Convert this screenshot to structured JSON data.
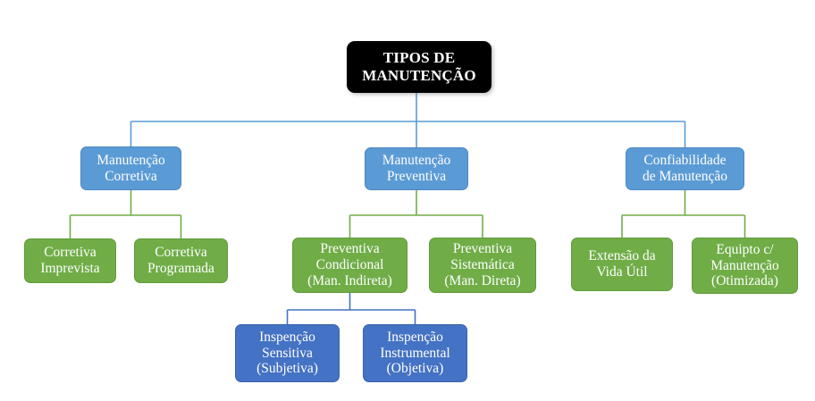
{
  "diagram_title": "TIPOS DE MANUTENÇÃO",
  "colors": {
    "page_bg": "#FFFFFF",
    "root_bg": "#000000",
    "node_text": "#FFFFFF",
    "blue": "#5B9BD5",
    "blue_border": "#4A87BE",
    "green": "#70AD47",
    "green_border": "#619A3C",
    "navy": "#4472C4",
    "navy_border": "#3A63AB"
  },
  "nodes": {
    "root": {
      "label": "TIPOS DE\nMANUTENÇÃO",
      "level": "root"
    },
    "corretiva": {
      "label": "Manutenção\nCorretiva",
      "level": "2"
    },
    "preventiva": {
      "label": "Manutenção\nPreventiva",
      "level": "2"
    },
    "confiabilidade": {
      "label": "Confiabilidade\nde Manutenção",
      "level": "2"
    },
    "corr_imprevista": {
      "label": "Corretiva\nImprevista",
      "level": "3"
    },
    "corr_programada": {
      "label": "Corretiva\nProgramada",
      "level": "3"
    },
    "prev_condicional": {
      "label": "Preventiva\nCondicional\n(Man. Indireta)",
      "level": "3"
    },
    "prev_sistematica": {
      "label": "Preventiva\nSistemática\n(Man. Direta)",
      "level": "3"
    },
    "extensao": {
      "label": "Extensão da\nVida Útil",
      "level": "3"
    },
    "equipto": {
      "label": "Equipto c/\nManutenção\n(Otimizada)",
      "level": "3"
    },
    "insp_sensitiva": {
      "label": "Inspenção\nSensitiva\n(Subjetiva)",
      "level": "4"
    },
    "insp_instrumental": {
      "label": "Inspenção\nInstrumental\n(Objetiva)",
      "level": "4"
    }
  },
  "edges": [
    {
      "from": "root",
      "to": "corretiva"
    },
    {
      "from": "root",
      "to": "preventiva"
    },
    {
      "from": "root",
      "to": "confiabilidade"
    },
    {
      "from": "corretiva",
      "to": "corr_imprevista"
    },
    {
      "from": "corretiva",
      "to": "corr_programada"
    },
    {
      "from": "preventiva",
      "to": "prev_condicional"
    },
    {
      "from": "preventiva",
      "to": "prev_sistematica"
    },
    {
      "from": "confiabilidade",
      "to": "extensao"
    },
    {
      "from": "confiabilidade",
      "to": "equipto"
    },
    {
      "from": "prev_condicional",
      "to": "insp_sensitiva"
    },
    {
      "from": "prev_condicional",
      "to": "insp_instrumental"
    }
  ]
}
